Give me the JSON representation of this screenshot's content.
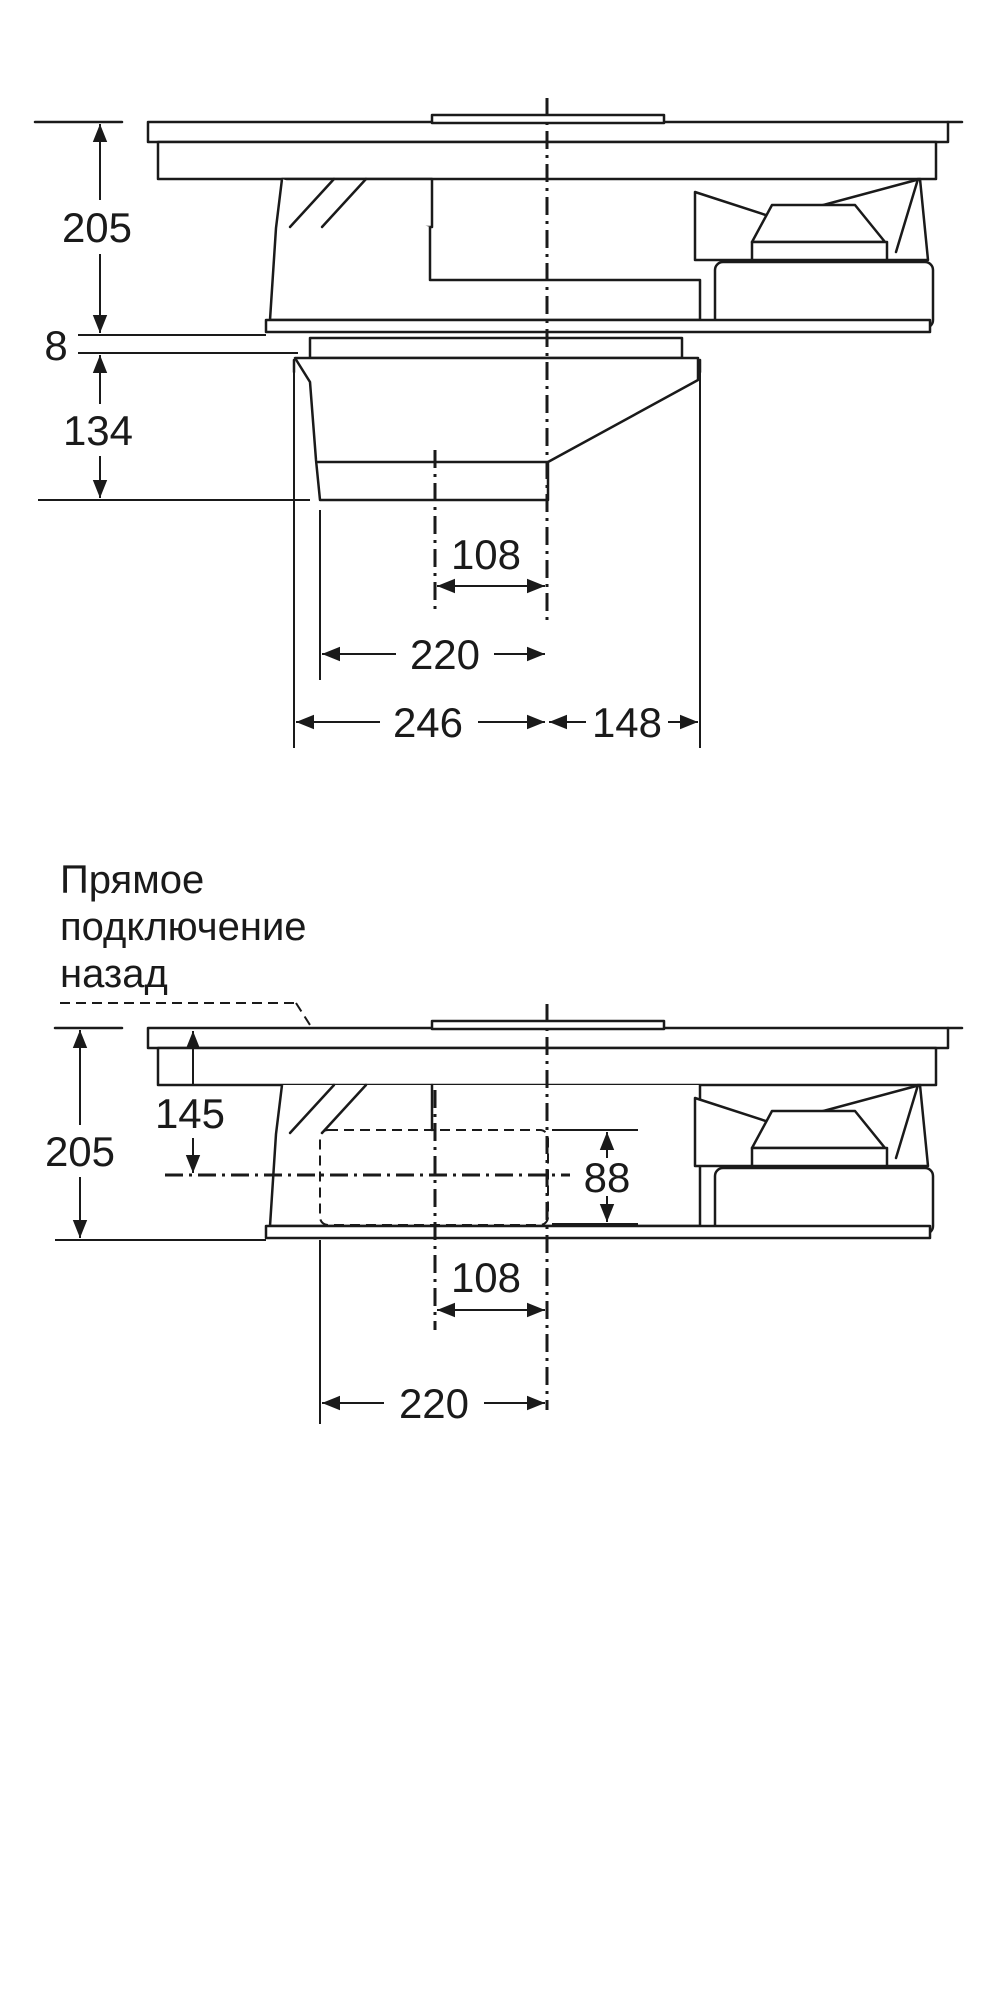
{
  "top_view": {
    "dim_height_total": "205",
    "dim_gap": "8",
    "dim_box_height": "134",
    "dim_offset_small": "108",
    "dim_width_inner": "220",
    "dim_width_left": "246",
    "dim_width_right": "148"
  },
  "bottom_view": {
    "note_line1": "Прямое",
    "note_line2": "подключение",
    "note_line3": "назад",
    "dim_height_total": "205",
    "dim_connection_height": "145",
    "dim_opening_height": "88",
    "dim_offset_small": "108",
    "dim_width_inner": "220",
    "opening_fill": "#cccccc"
  }
}
